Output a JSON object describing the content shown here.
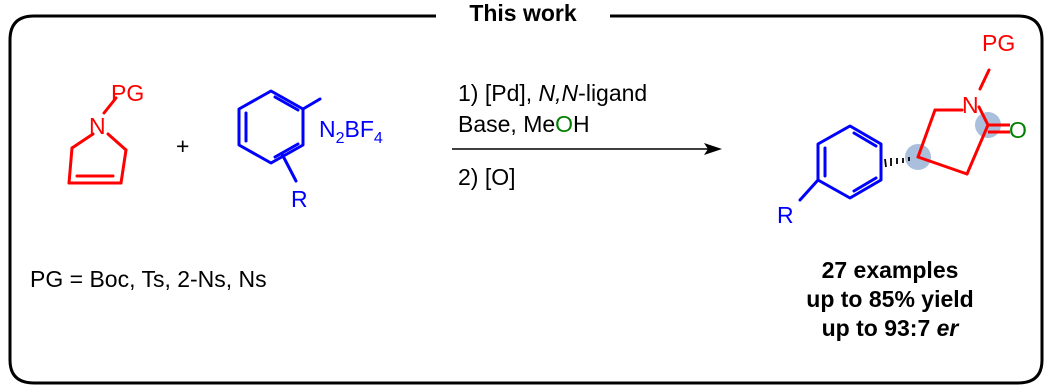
{
  "header": {
    "title": "This work"
  },
  "reactants": {
    "pyrroline": {
      "protecting_group": "PG",
      "nitrogen": "N",
      "color": "#ff0000"
    },
    "plus": "+",
    "diazonium": {
      "n_prefix": "N",
      "n_sub": "2",
      "bf": "BF",
      "bf_sub": "4",
      "substituent": "R",
      "color": "#0000ff"
    }
  },
  "conditions": {
    "step1": {
      "prefix": "1) [Pd], ",
      "ligand": "N,N",
      "suffix": "-ligand"
    },
    "base_line": {
      "base": "Base, Me",
      "oxygen": "O",
      "hydrogen": "H"
    },
    "step2": "2) [O]",
    "oxygen_color": "#008000"
  },
  "product": {
    "protecting_group": "PG",
    "nitrogen": "N",
    "carbonyl_oxygen": "O",
    "substituent": "R",
    "ring_color": "#ff0000",
    "aryl_color": "#0000ff",
    "highlight_color": "#a9bfdc"
  },
  "footnote": "PG = Boc, Ts, 2-Ns, Ns",
  "summary": {
    "line1": "27 examples",
    "line2": "up to 85% yield",
    "line3_prefix": "up to 93:7 ",
    "line3_italic": "er"
  }
}
